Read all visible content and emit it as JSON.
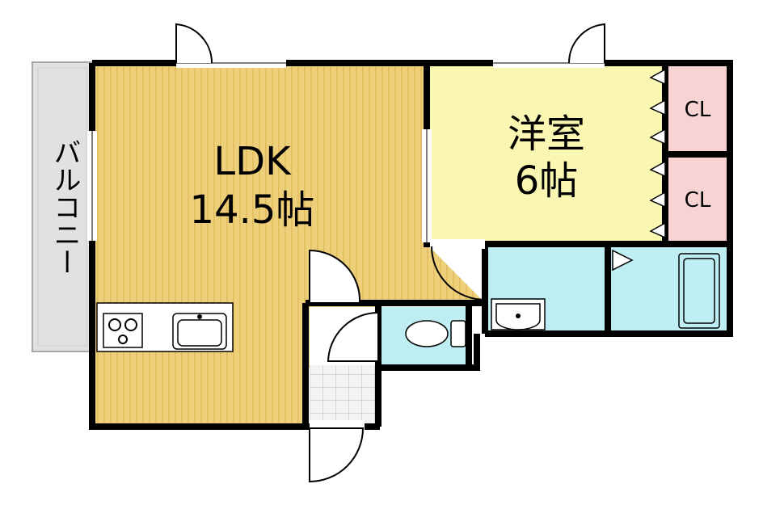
{
  "rooms": {
    "ldk": {
      "name": "LDK",
      "size": "14.5帖"
    },
    "western": {
      "name": "洋室",
      "size": "6帖"
    },
    "closet_upper": {
      "name": "CL"
    },
    "closet_lower": {
      "name": "CL"
    },
    "balcony": {
      "name": "バルコニー"
    }
  },
  "colors": {
    "wood_floor": "#EECF7A",
    "wood_stripe": "#E2BC5E",
    "western_floor": "#FAF7B3",
    "closet_floor": "#F8D3D3",
    "water_area": "#BEEEF4",
    "balcony_floor": "#E1E1E1",
    "entrance_tile": "#F0F0F0",
    "wall": "#000000"
  }
}
